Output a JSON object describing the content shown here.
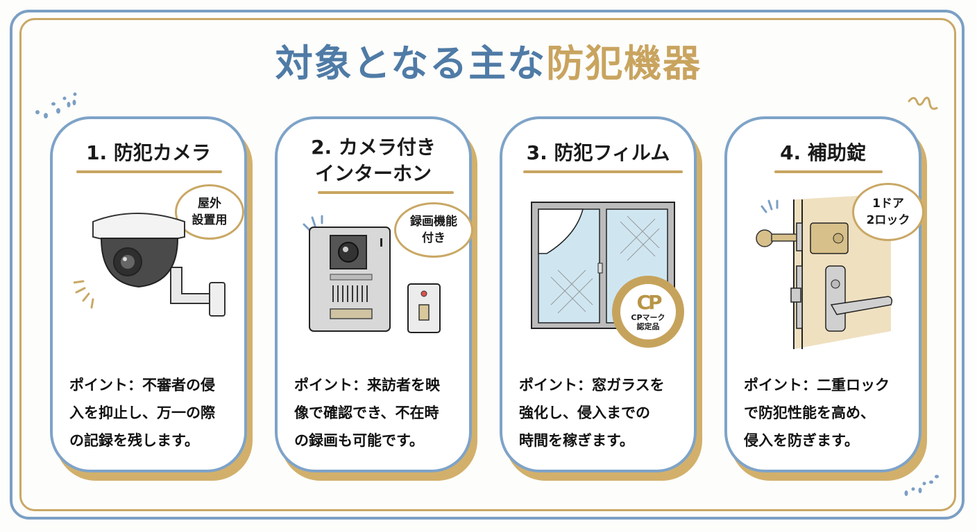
{
  "title": {
    "part1": "対象となる主な",
    "part2": "防犯機器",
    "colors": {
      "blue": "#4f7ba6",
      "gold": "#c9a45f"
    }
  },
  "cards": [
    {
      "title": "1. 防犯カメラ",
      "bubble": [
        "屋外",
        "設置用"
      ],
      "illustration": "dome-security-camera-icon",
      "point": [
        "ポイント：不審者の侵",
        "入を抑止し、万一の際",
        "の記録を残します。"
      ]
    },
    {
      "title_lines": [
        "2. カメラ付き",
        "インターホン"
      ],
      "bubble": [
        "録画機能",
        "付き"
      ],
      "illustration": "video-intercom-icon",
      "point": [
        "ポイント：来訪者を映",
        "像で確認でき、不在時",
        "の録画も可能です。"
      ]
    },
    {
      "title": "3. 防犯フィルム",
      "badge": {
        "logo": "CP",
        "line1": "CPマーク",
        "line2": "認定品"
      },
      "illustration": "window-film-icon",
      "point": [
        "ポイント：窓ガラスを",
        "強化し、侵入までの",
        "時間を稼ぎます。"
      ]
    },
    {
      "title": "4. 補助錠",
      "bubble": [
        "1ドア",
        "2ロック"
      ],
      "illustration": "door-auxiliary-lock-icon",
      "point": [
        "ポイント：二重ロック",
        "で防犯性能を高め、",
        "侵入を防ぎます。"
      ]
    }
  ],
  "colors": {
    "card_border": "#7ea3c8",
    "card_shadow": "#d2b06b",
    "frame_outer": "#7b9fc4",
    "frame_inner": "#c9a865"
  }
}
